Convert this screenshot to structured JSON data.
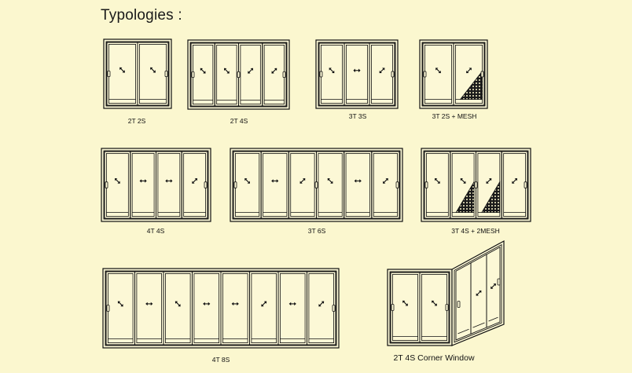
{
  "heading": "Typologies :",
  "colors": {
    "background": "#fbf7cf",
    "frame_fill": "#fcf8d6",
    "line": "#111111"
  },
  "typologies": [
    {
      "label": "2T 2S",
      "tracks": 2,
      "shutters": 2,
      "mesh_panels": 0,
      "arrows": [
        "left",
        "left"
      ]
    },
    {
      "label": "2T 4S",
      "tracks": 2,
      "shutters": 4,
      "mesh_panels": 0,
      "arrows": [
        "left",
        "left",
        "right",
        "right"
      ]
    },
    {
      "label": "3T 3S",
      "tracks": 3,
      "shutters": 3,
      "mesh_panels": 0,
      "arrows": [
        "left",
        "both",
        "right"
      ]
    },
    {
      "label": "3T 2S + MESH",
      "tracks": 3,
      "shutters": 2,
      "mesh_panels": 1,
      "arrows": [
        "left",
        "right"
      ]
    },
    {
      "label": "4T 4S",
      "tracks": 4,
      "shutters": 4,
      "mesh_panels": 0,
      "arrows": [
        "left",
        "both",
        "both",
        "right"
      ]
    },
    {
      "label": "3T 6S",
      "tracks": 3,
      "shutters": 6,
      "mesh_panels": 0,
      "arrows": [
        "left",
        "both",
        "right",
        "left",
        "both",
        "right"
      ]
    },
    {
      "label": "3T 4S + 2MESH",
      "tracks": 3,
      "shutters": 4,
      "mesh_panels": 2,
      "arrows": [
        "left",
        "left",
        "right",
        "right"
      ]
    },
    {
      "label": "4T 8S",
      "tracks": 4,
      "shutters": 8,
      "mesh_panels": 0,
      "arrows": [
        "left",
        "both",
        "left",
        "both",
        "both",
        "right",
        "both",
        "right"
      ]
    },
    {
      "label": "2T 4S Corner Window",
      "tracks": 2,
      "shutters": 4,
      "mesh_panels": 0,
      "arrows": [
        "left",
        "left",
        "right",
        "right"
      ]
    }
  ]
}
